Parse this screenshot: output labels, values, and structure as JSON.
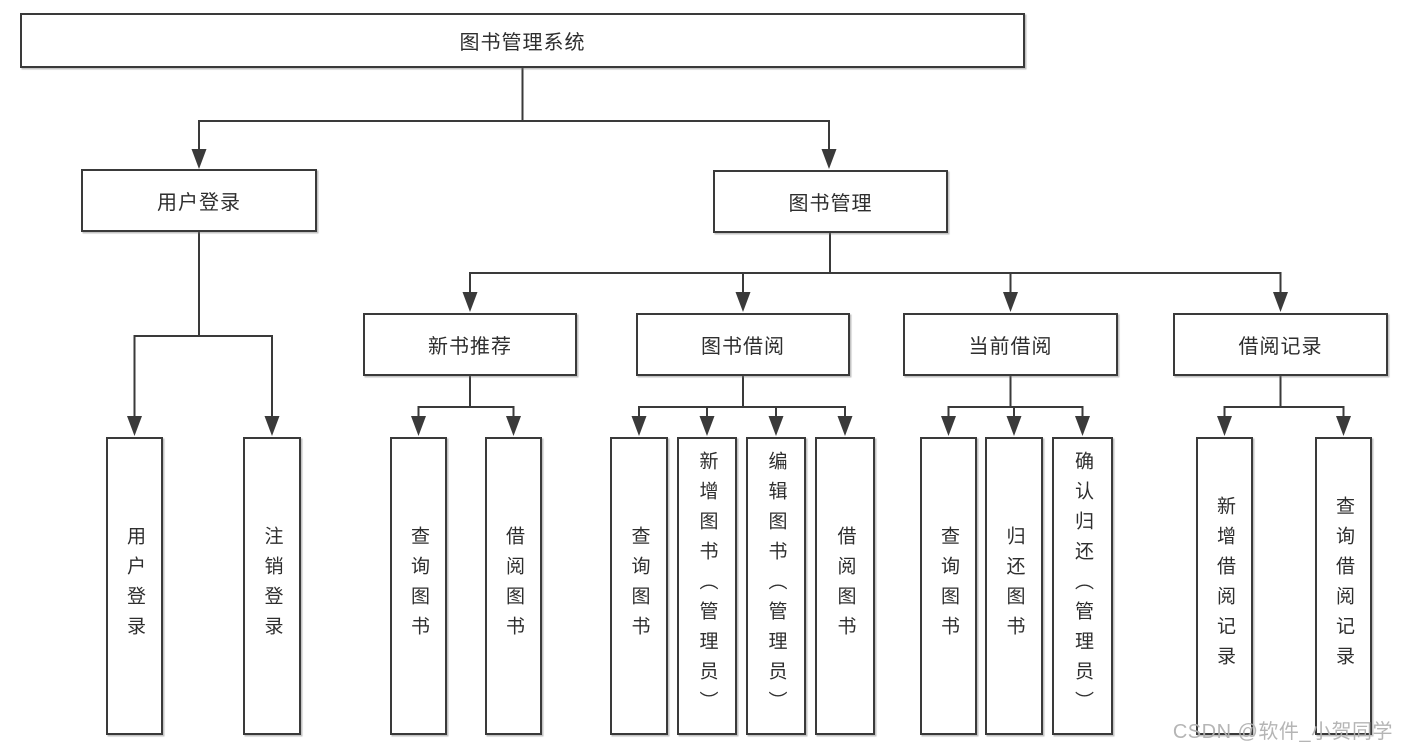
{
  "diagram": {
    "root": {
      "label": "图书管理系统"
    },
    "level2": {
      "user_login": {
        "label": "用户登录"
      },
      "book_management": {
        "label": "图书管理"
      }
    },
    "level3": {
      "new_book_recommend": {
        "label": "新书推荐"
      },
      "book_borrowing": {
        "label": "图书借阅"
      },
      "current_borrowing": {
        "label": "当前借阅"
      },
      "borrowing_records": {
        "label": "借阅记录"
      }
    },
    "leaves": {
      "user_login": {
        "label": "用户登录"
      },
      "logout": {
        "label": "注销登录"
      },
      "nbr_query_books": {
        "label": "查询图书"
      },
      "nbr_borrow_books": {
        "label": "借阅图书"
      },
      "bb_query_books": {
        "label": "查询图书"
      },
      "bb_add_books": {
        "label": "新增图书（管理员）"
      },
      "bb_edit_books": {
        "label": "编辑图书（管理员）"
      },
      "bb_borrow_books": {
        "label": "借阅图书"
      },
      "cb_query_books": {
        "label": "查询图书"
      },
      "cb_return_books": {
        "label": "归还图书"
      },
      "cb_confirm_return": {
        "label": "确认归还（管理员）"
      },
      "br_add_record": {
        "label": "新增借阅记录"
      },
      "br_query_record": {
        "label": "查询借阅记录"
      }
    }
  },
  "watermark": {
    "text": "CSDN @软件_小贺同学"
  },
  "colors": {
    "line": "#3a3a3a",
    "box_border": "#3a3a3a",
    "box_fill": "#ffffff",
    "text": "#2e2e2e",
    "watermark": "#b1b1b1",
    "background": "#ffffff"
  }
}
